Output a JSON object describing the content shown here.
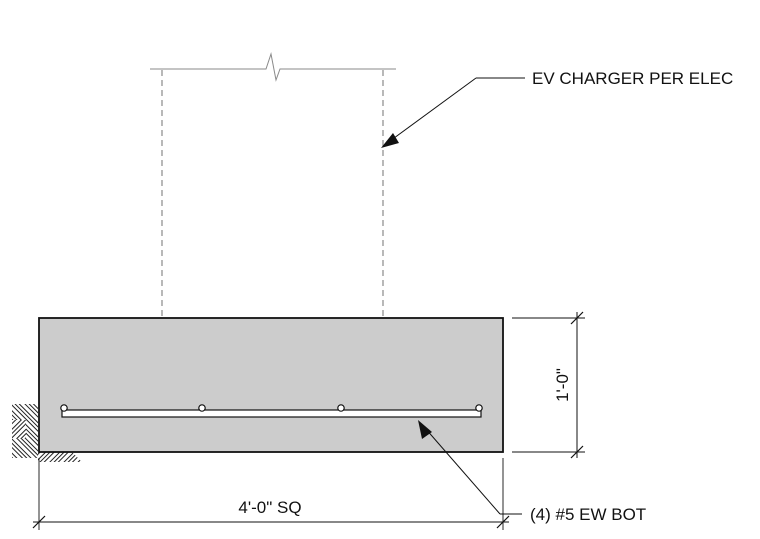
{
  "callouts": {
    "ev_charger": "EV CHARGER PER ELEC",
    "reinforcement": "(4) #5 EW BOT"
  },
  "dimensions": {
    "width": "4'-0\" SQ",
    "depth": "1'-0\""
  },
  "colors": {
    "concrete_fill": "#cccccc",
    "line": "#111111",
    "hidden_line": "#8a8a8a"
  }
}
